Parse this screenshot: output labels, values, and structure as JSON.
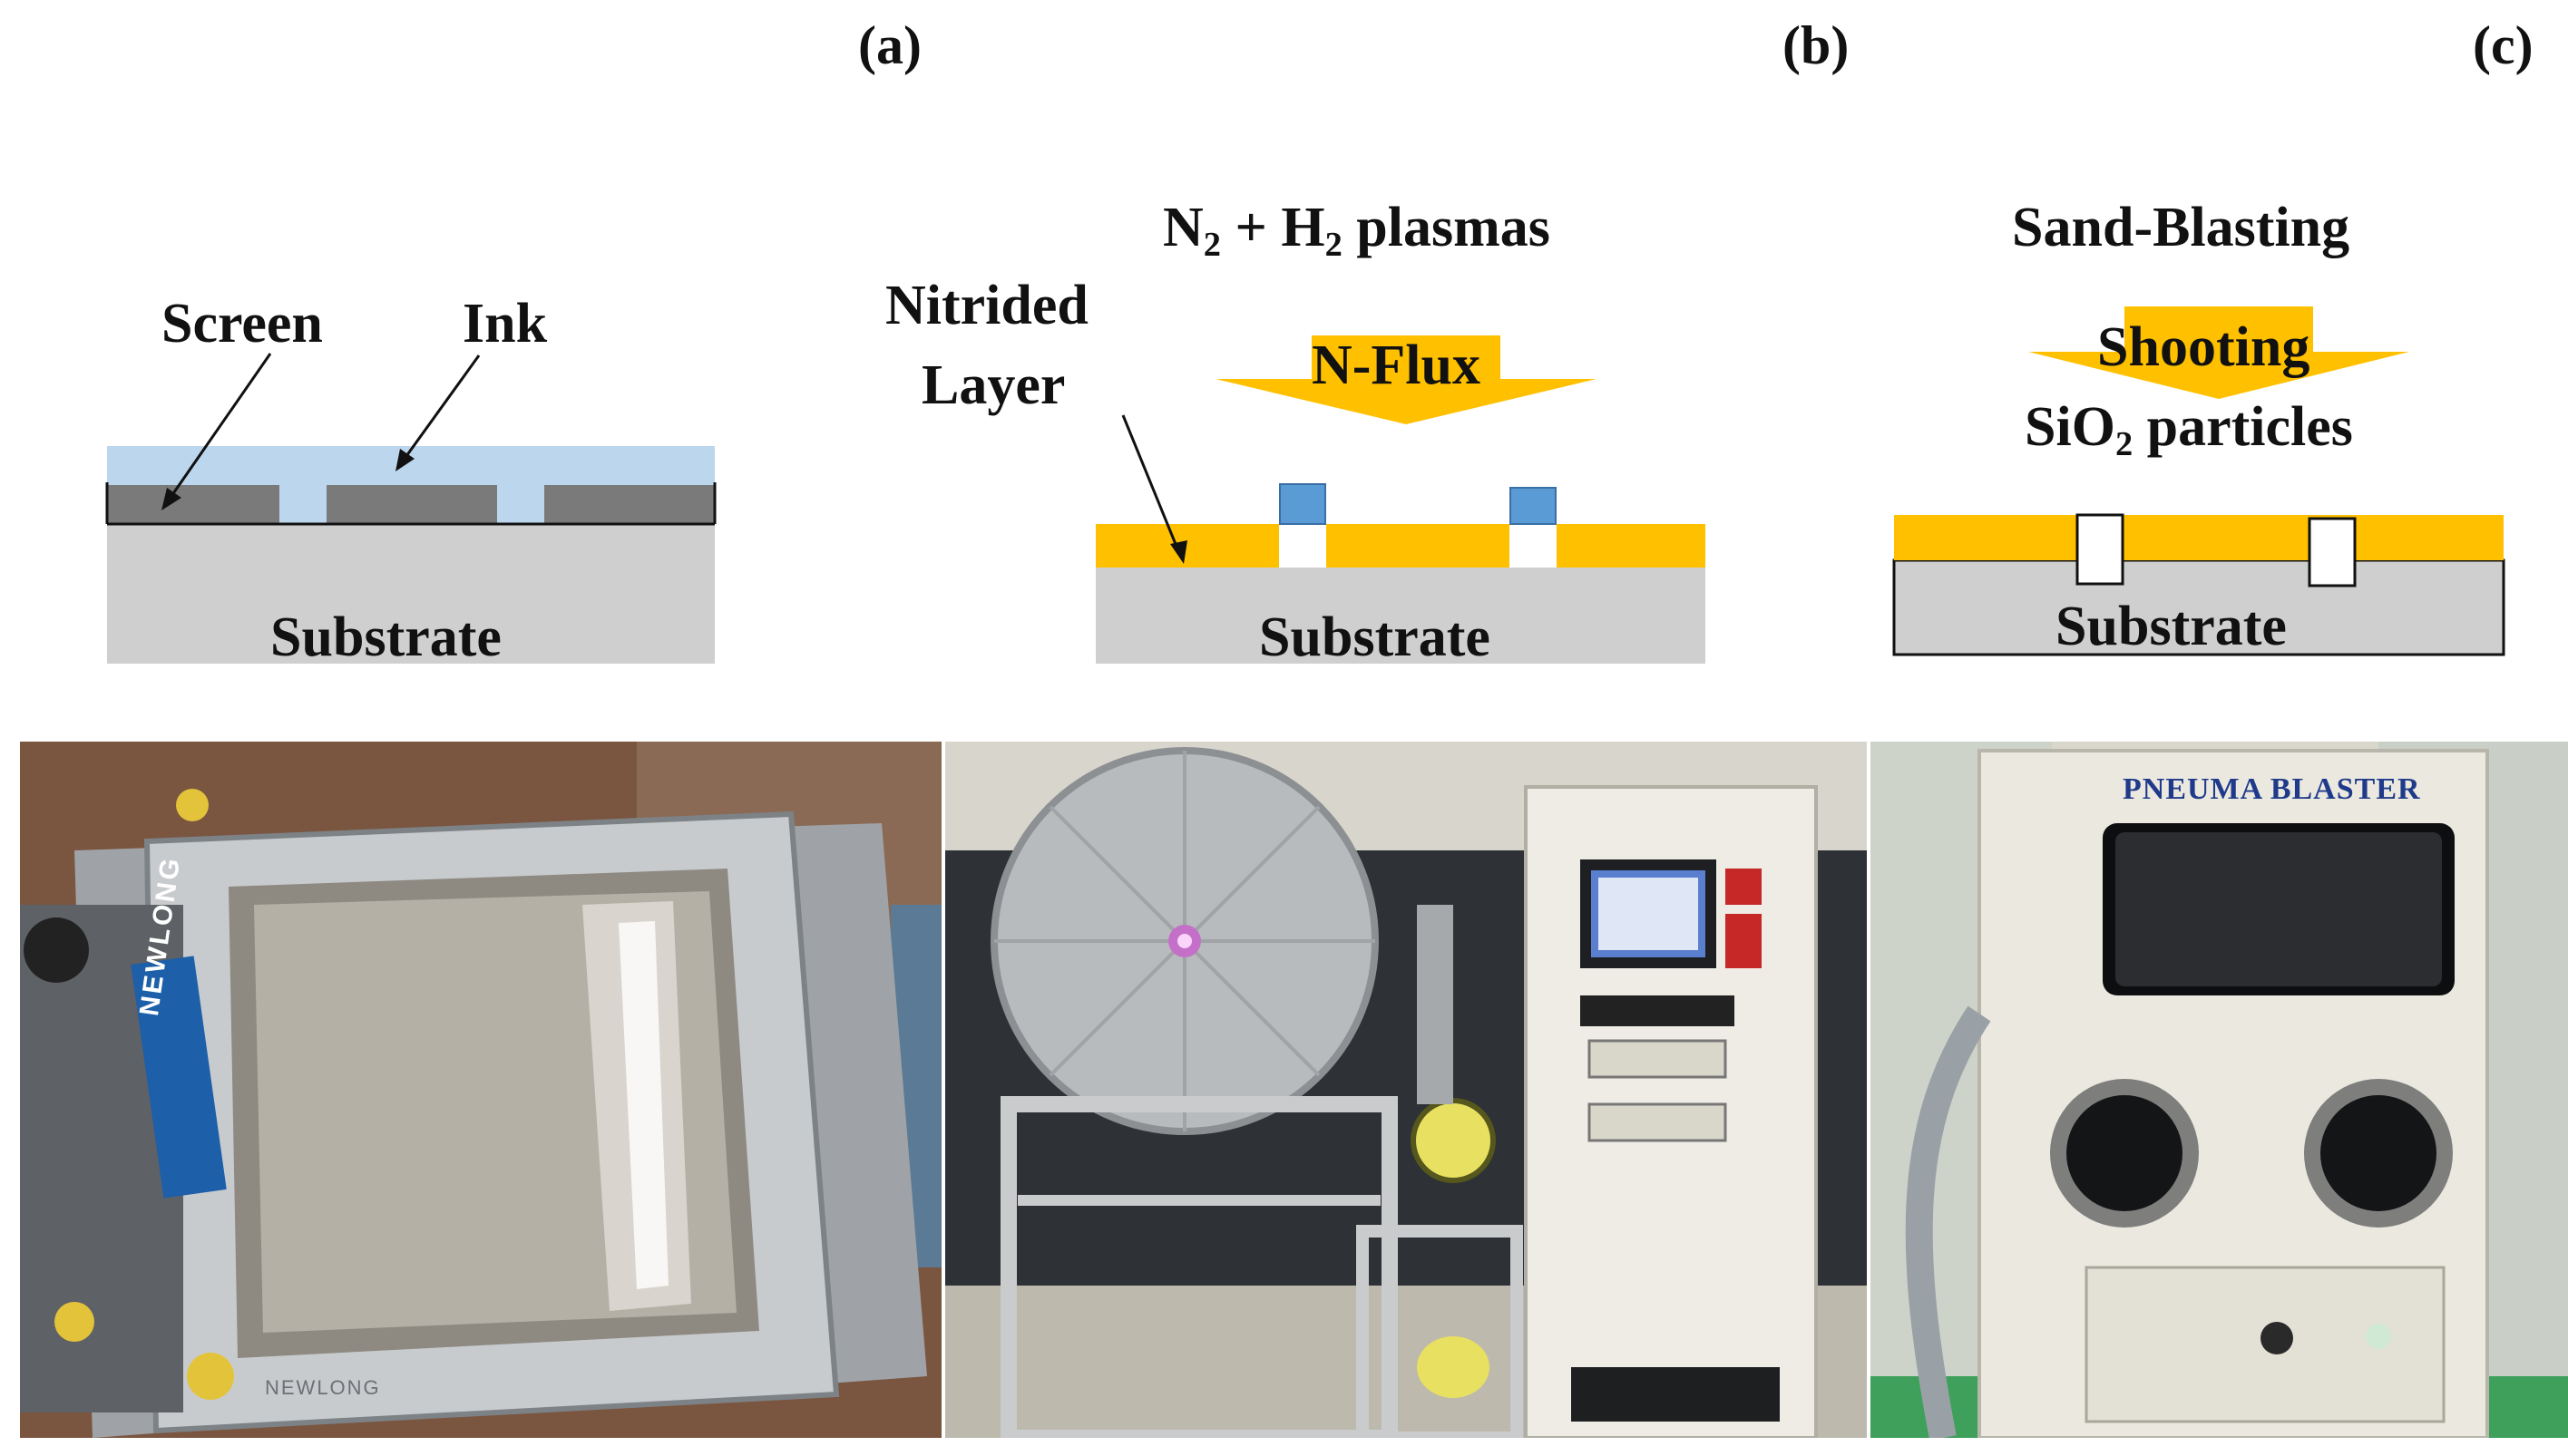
{
  "panels": {
    "a": {
      "letter": "(a)",
      "screen_label": "Screen",
      "ink_label": "Ink",
      "substrate_label": "Substrate",
      "photo_text": {
        "brand_vertical": "NEWLONG",
        "frame_text_bottom": "NEWLONG"
      }
    },
    "b": {
      "letter": "(b)",
      "plasma_label": {
        "prefix": "N",
        "sub1": "2",
        "mid": " + H",
        "sub2": "2",
        "suffix": " plasmas"
      },
      "nitrided_label_line1": "Nitrided",
      "nitrided_label_line2": "Layer",
      "flux_label": "N-Flux",
      "substrate_label": "Substrate"
    },
    "c": {
      "letter": "(c)",
      "process_label": "Sand-Blasting",
      "shooting_label": "Shooting",
      "particles_label": {
        "prefix": "SiO",
        "sub": "2",
        "suffix": " particles"
      },
      "substrate_label": "Substrate",
      "photo_text": {
        "machine_name": "PNEUMA BLASTER"
      }
    }
  },
  "colors": {
    "screen_blue": "#bcd6ee",
    "ink_gray": "#7a7a7a",
    "substrate_gray": "#cfcfcf",
    "nitrided_orange": "#ffc000",
    "mask_blue": "#5b9bd5",
    "photo_frame_gray": "#e6e4de"
  }
}
